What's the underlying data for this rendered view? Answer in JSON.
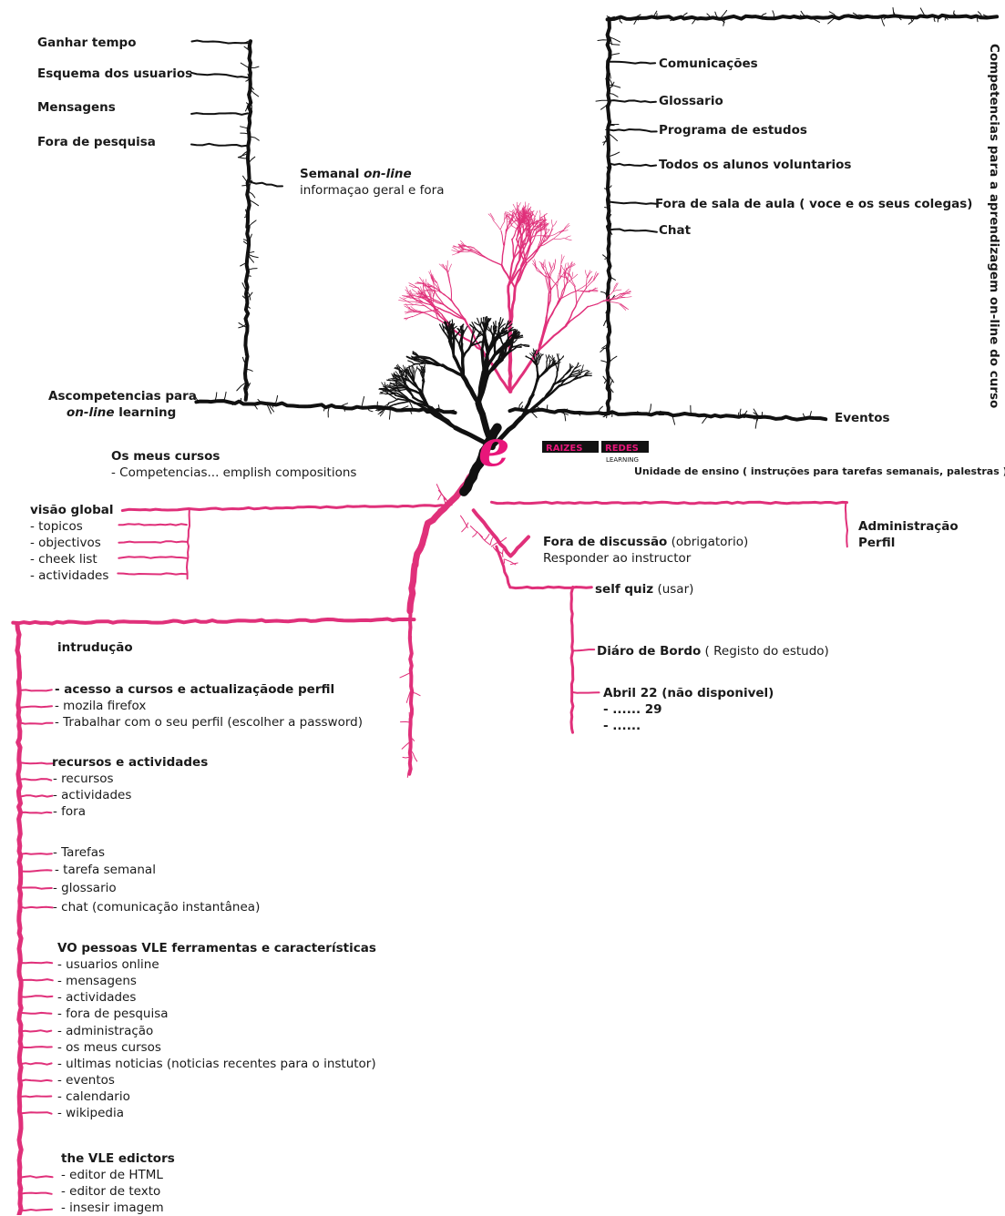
{
  "colors": {
    "black_branch": "#111111",
    "pink_branch": "#e0307a",
    "logo_pink": "#e8167a"
  },
  "top_left": {
    "items": [
      "Ganhar tempo",
      "Esquema dos usuarios",
      "Mensagens",
      "Fora de pesquisa"
    ],
    "semanal_prefix": "Semanal ",
    "semanal_em": "on-line",
    "semanal_sub": "informaçao geral e fora",
    "asc_line1": "Ascompetencias para",
    "asc_line2_em": "on-line",
    "asc_line2_rest": " learning"
  },
  "top_right": {
    "items": [
      "Comunicações",
      "Glossario",
      "Programa de estudos",
      "Todos os alunos voluntarios",
      "Fora de sala de aula ( voce e os seus colegas)",
      "Chat"
    ],
    "vertical_title": "Competencias para a aprendizagem on-line  do curso",
    "eventos": "Eventos"
  },
  "logo": {
    "e": "e",
    "raizes": "RAIZES",
    "redes": "REDES",
    "learning": "LEARNING"
  },
  "unidade": "Unidade de ensino ( instruções para tarefas semanais, palestras )",
  "cursos": {
    "title": "Os meus cursos",
    "sub": "- Competencias... emplish compositions"
  },
  "visao": {
    "title": "visão global",
    "items": [
      "- topicos",
      "- objectivos",
      "- cheek list",
      "- actividades"
    ]
  },
  "admin": {
    "line1": "Administração",
    "line2": "Perfil"
  },
  "forum": {
    "title": "Fora de discussão",
    "note": " (obrigatorio)",
    "sub": "Responder ao instructor"
  },
  "quiz": {
    "title": "self quiz",
    "note": " (usar)"
  },
  "diario": {
    "title": "Diáro de Bordo",
    "note": " ( Registo do estudo)"
  },
  "abril": {
    "title": "Abril 22 (não disponivel)",
    "l2": "- ...... 29",
    "l3": "- ......"
  },
  "left_col": {
    "intro": "intrudução",
    "s1": "- acesso a cursos e actualizaçãode perfil",
    "s1_items": [
      "- mozila firefox",
      "- Trabalhar com o seu perfil (escolher a password)"
    ],
    "s2": "recursos e actividades",
    "s2_items": [
      "- recursos",
      "- actividades",
      "- fora"
    ],
    "s3_items": [
      "- Tarefas",
      "- tarefa semanal",
      "- glossario",
      "- chat (comunicação instantânea)"
    ],
    "s4": "VO pessoas VLE  ferramentas e características",
    "s4_items": [
      "- usuarios online",
      "- mensagens",
      "- actividades",
      "- fora de pesquisa",
      "- administração",
      "- os meus cursos",
      "- ultimas noticias (noticias recentes para o instutor)",
      "- eventos",
      "- calendario",
      "- wikipedia"
    ],
    "s5": "the VLE edictors",
    "s5_items": [
      "- editor de HTML",
      "- editor de texto",
      "- insesir imagem"
    ]
  }
}
